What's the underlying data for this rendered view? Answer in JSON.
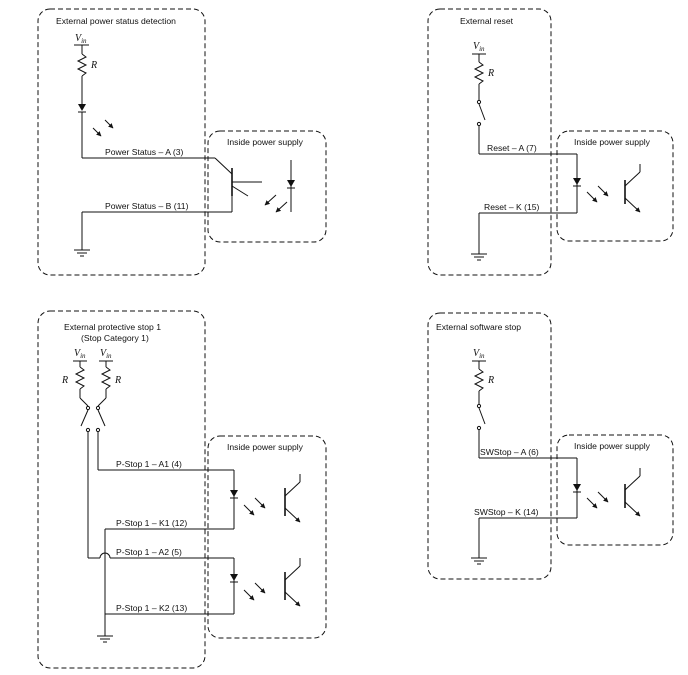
{
  "diagram": {
    "power_status": {
      "title": "External power status detection",
      "vin": "V",
      "vin_sub": "in",
      "resistor": "R",
      "inside_label": "Inside power supply",
      "pin_a": "Power Status – A (3)",
      "pin_b": "Power Status – B (11)"
    },
    "reset": {
      "title": "External reset",
      "vin": "V",
      "vin_sub": "in",
      "resistor": "R",
      "inside_label": "Inside power supply",
      "pin_a": "Reset – A (7)",
      "pin_k": "Reset – K (15)"
    },
    "protective_stop": {
      "title_line1": "External protective stop 1",
      "title_line2": "(Stop Category 1)",
      "vin": "V",
      "vin_sub": "in",
      "resistor": "R",
      "inside_label": "Inside power supply",
      "pin_a1": "P-Stop 1 – A1 (4)",
      "pin_k1": "P-Stop 1 – K1 (12)",
      "pin_a2": "P-Stop 1 – A2 (5)",
      "pin_k2": "P-Stop 1 – K2 (13)"
    },
    "software_stop": {
      "title": "External software stop",
      "vin": "V",
      "vin_sub": "in",
      "resistor": "R",
      "inside_label": "Inside power supply",
      "pin_a": "SWStop – A (6)",
      "pin_k": "SWStop – K (14)"
    }
  }
}
